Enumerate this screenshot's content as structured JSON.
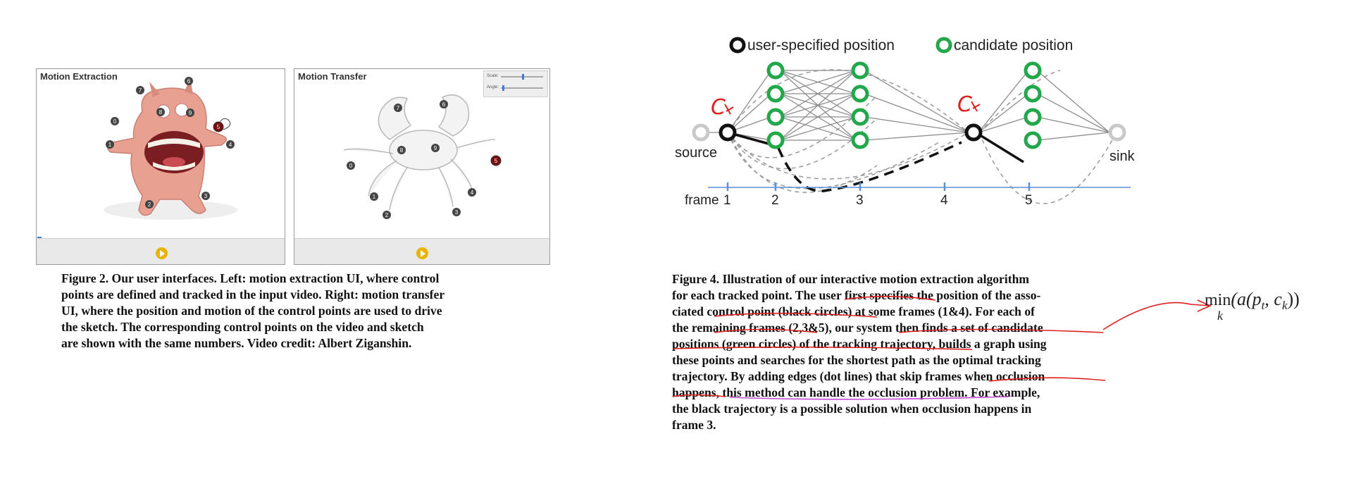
{
  "figure2": {
    "left_panel_title": "Motion Extraction",
    "right_panel_title": "Motion Transfer",
    "slider_scale_label": "Scale:",
    "slider_angle_label": "Angle:",
    "points": [
      "0",
      "1",
      "2",
      "3",
      "4",
      "5",
      "6",
      "7",
      "8",
      "9"
    ],
    "caption_lines": [
      "Figure 2. Our user interfaces. Left: motion extraction UI, where control",
      "points are defined and tracked in the input video. Right: motion transfer",
      "UI, where the position and motion of the control points are used to drive",
      "the sketch.  The corresponding control points on the video and sketch",
      "are shown with the same numbers. Video credit: Albert Ziganshin."
    ]
  },
  "figure4": {
    "legend_user": "user-specified position",
    "legend_candidate": "candidate position",
    "source_label": "source",
    "sink_label": "sink",
    "frame_label": "frame",
    "frames": [
      "1",
      "2",
      "3",
      "4",
      "5"
    ],
    "handwritten_c1": "C",
    "handwritten_c2": "C",
    "caption_lines": [
      "Figure 4.    Illustration of our interactive motion extraction algorithm",
      "for each tracked point.  The user first specifies the position of the asso-",
      "ciated control point (black circles) at some frames (1&4).  For each of",
      "the remaining frames (2,3&5), our system then finds a set of candidate",
      "positions (green circles) of the tracking trajectory, builds a graph using",
      "these points and searches for the shortest path as the optimal tracking",
      "trajectory.  By adding edges (dot lines) that skip frames when occlusion",
      "happens, this method can handle the occlusion problem.  For example,",
      "the black trajectory is a possible solution when occlusion happens in",
      "frame 3."
    ]
  },
  "annotation": {
    "min": "min",
    "subscript": "k",
    "expr_open": "(a(p",
    "expr_t": "t",
    "expr_mid": ", c",
    "expr_k": "k",
    "expr_close": "))"
  },
  "colors": {
    "green": "#22a84a",
    "red_ink": "#e02020",
    "blue_axis": "#5b8fd6",
    "gold": "#e8b400"
  }
}
